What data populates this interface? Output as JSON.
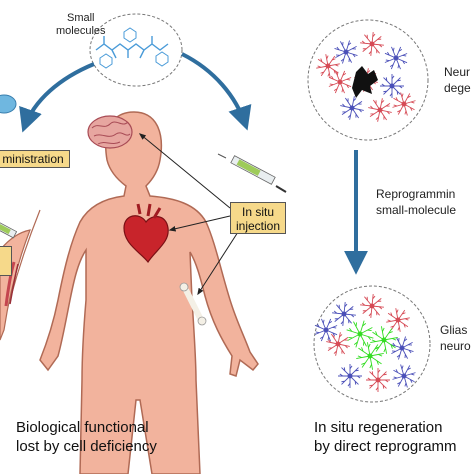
{
  "labels": {
    "small_molecules": "Small\nmolecules",
    "administration": "ministration",
    "in_situ_injection": "In situ\ninjection",
    "neuron_degeneration": "Neur\ndege",
    "reprogramming": "Reprogrammin\nsmall-molecule",
    "glia_neuron": "Glias\nneuro",
    "caption_left": "Biological functional\nlost by cell deficiency",
    "caption_right": "In situ regeneration\nby direct reprogramm"
  },
  "colors": {
    "body": "#f2b39d",
    "body_outline": "#b06a55",
    "arrow_blue": "#2f6e9e",
    "pill": "#f6d98a",
    "neuron_red": "#d64a55",
    "neuron_blue": "#4a4fb8",
    "neuron_green": "#33dd22",
    "molecule_blue": "#4a9bd8"
  }
}
